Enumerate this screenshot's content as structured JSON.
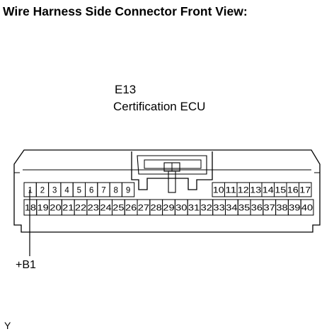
{
  "title": "Wire Harness Side Connector Front View:",
  "connector": {
    "code": "E13",
    "name": "Certification ECU"
  },
  "pins": {
    "top_left": [
      "1",
      "2",
      "3",
      "4",
      "5",
      "6",
      "7",
      "8",
      "9"
    ],
    "top_right": [
      "10",
      "11",
      "12",
      "13",
      "14",
      "15",
      "16",
      "17"
    ],
    "bottom": [
      "18",
      "19",
      "20",
      "21",
      "22",
      "23",
      "24",
      "25",
      "26",
      "27",
      "28",
      "29",
      "30",
      "31",
      "32",
      "33",
      "34",
      "35",
      "36",
      "37",
      "38",
      "39",
      "40"
    ]
  },
  "callout": {
    "label": "+B1",
    "pin": "1"
  },
  "corner_code": "Y"
}
